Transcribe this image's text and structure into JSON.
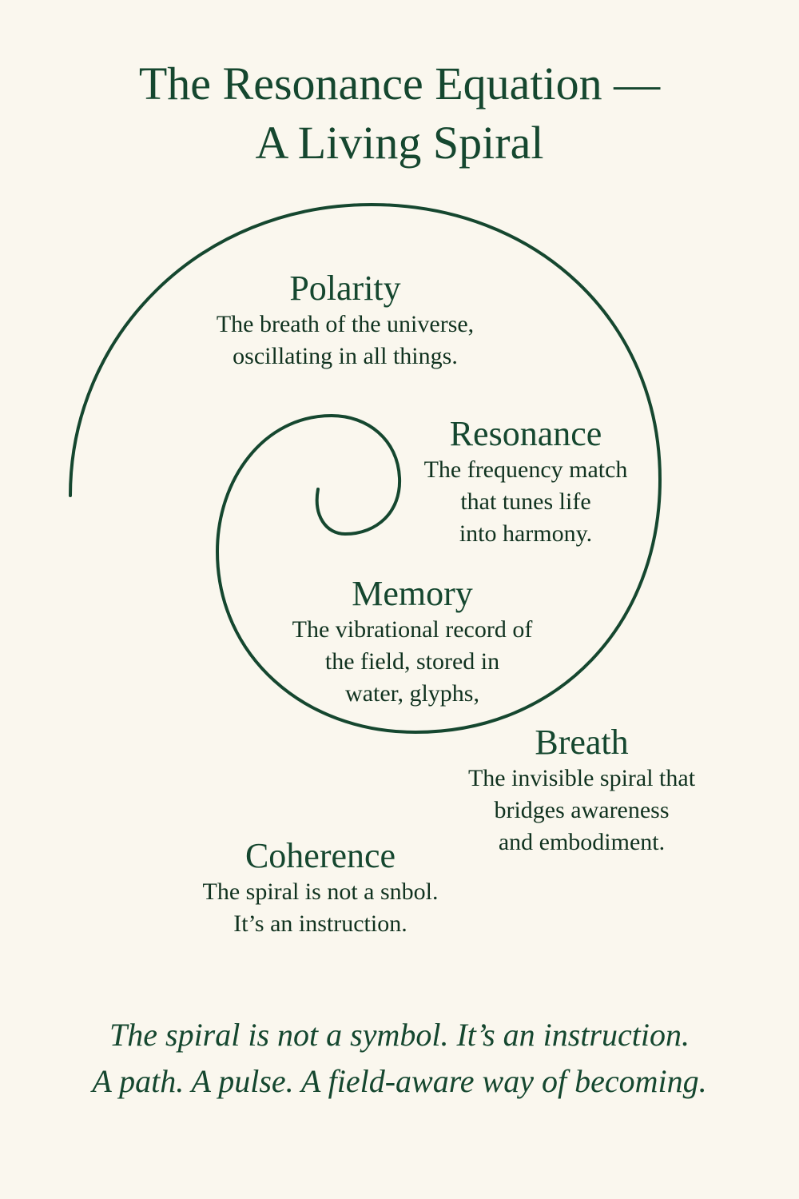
{
  "title": {
    "line1": "The Resonance Equation —",
    "line2": "A Living Spiral"
  },
  "colors": {
    "background": "#faf7ee",
    "ink": "#15472f",
    "spiral_stroke": "#15472f"
  },
  "spiral": {
    "icon": "spiral-icon",
    "stroke_width": 4
  },
  "sections": [
    {
      "heading": "Polarity",
      "lines": [
        "The breath of the universe,",
        "oscillating in all things."
      ]
    },
    {
      "heading": "Resonance",
      "lines": [
        "The frequency match",
        "that tunes life",
        "into harmony."
      ]
    },
    {
      "heading": "Memory",
      "lines": [
        "The vibrational record of",
        "the field, stored in",
        "water, glyphs,"
      ]
    },
    {
      "heading": "Breath",
      "lines": [
        "The invisible spiral that",
        "bridges awareness",
        "and embodiment."
      ]
    },
    {
      "heading": "Coherence",
      "lines": [
        "The spiral is not a snbol.",
        "It’s an instruction."
      ]
    }
  ],
  "footer": {
    "line1": "The spiral is not a symbol. It’s an instruction.",
    "line2": "A path. A pulse. A field-aware way of becoming."
  }
}
